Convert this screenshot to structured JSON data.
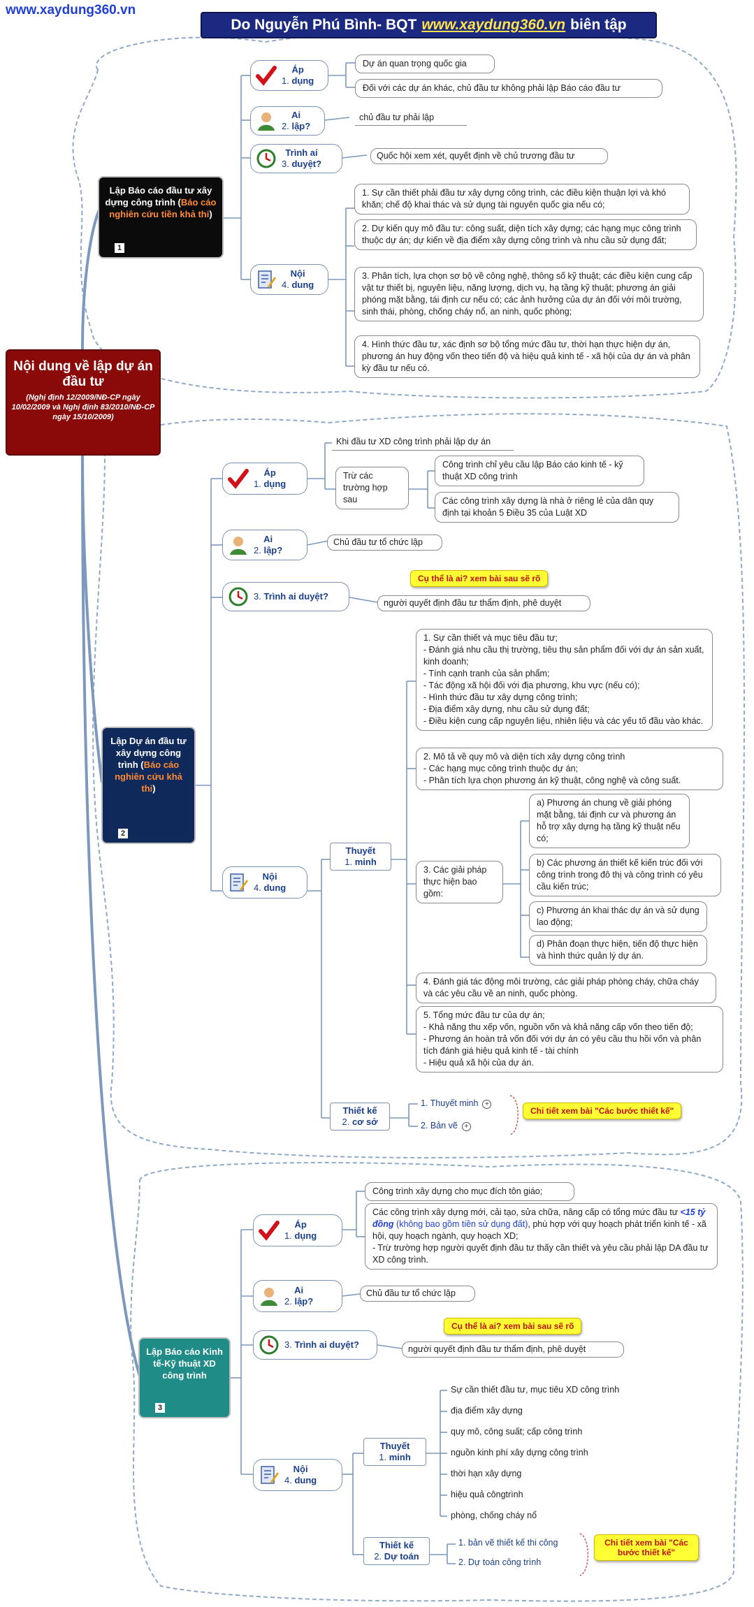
{
  "site": "www.xaydung360.vn",
  "banner": {
    "prefix": "Do Nguyễn Phú Bình- BQT",
    "url": "www.xaydung360.vn",
    "suffix": "biên tập"
  },
  "root": {
    "title": "Nội dung về lập dự án đầu tư",
    "subtitle": "(Nghị định 12/2009/NĐ-CP ngày 10/02/2009 và Nghị định 83/2010/NĐ-CP ngày 15/10/2009)"
  },
  "b1": {
    "title": "Lập Báo cáo đầu tư xây dựng công trình",
    "paren_open": "(",
    "highlight": "Báo cáo nghiên cứu tiền khả thi",
    "paren_close": ")",
    "num": "1",
    "ap": {
      "label": "Áp",
      "label2": "dụng",
      "n": "1."
    },
    "ai": {
      "label": "Ai",
      "label2": "lập?",
      "n": "2."
    },
    "trinh": {
      "label": "Trình ai",
      "label2": "duyệt?",
      "n": "3."
    },
    "nd": {
      "label": "Nội",
      "label2": "dung",
      "n": "4."
    },
    "ap_items": [
      "Dự án quan trọng quốc gia",
      "Đối với các dự án khác, chủ đầu tư không phải lập Báo cáo đầu tư"
    ],
    "ai_item": "chủ đầu tư phải lập",
    "trinh_item": "Quốc hội xem xét, quyết định về chủ trương đầu tư",
    "nd_items": [
      "Sự cần thiết phải đầu tư xây dựng công trình, các điều kiện thuận lợi và khó khăn; chế độ khai thác và sử dụng tài nguyên quốc gia nếu có;",
      "Dự kiến quy mô đầu tư: công suất, diện tích xây dựng; các hạng mục công trình thuộc dự án; dự kiến về địa điểm xây dựng công trình và nhu cầu sử dụng đất;",
      "Phân tích, lựa chọn sơ bộ về công nghệ, thông số kỹ thuật; các điều kiện cung cấp vật tư thiết bị, nguyên liệu, năng lượng, dịch vụ, hạ tầng kỹ thuật; phương án giải phóng mặt bằng, tái định cư nếu có; các ảnh hưởng của dự án đối với môi trường, sinh thái, phòng, chống cháy nổ, an ninh, quốc phòng;",
      "Hình thức đầu tư, xác định sơ bộ tổng mức đầu tư, thời hạn thực hiện dự án, phương án huy động vốn theo tiến độ và hiệu quả kinh tế - xã hội của dự án và phân kỳ đầu tư nếu có."
    ],
    "nd_nums": [
      "1.",
      "2.",
      "3.",
      "4."
    ]
  },
  "b2": {
    "title": "Lập Dự án đầu tư xây dựng công trình",
    "paren_open": "(",
    "highlight": "Báo cáo nghiên cứu khả thi",
    "paren_close": ")",
    "num": "2",
    "ap": {
      "label": "Áp",
      "label2": "dụng",
      "n": "1."
    },
    "ai": {
      "label": "Ai",
      "label2": "lập?",
      "n": "2."
    },
    "trinh": {
      "n": "3.",
      "label": "Trình ai duyệt?"
    },
    "nd": {
      "label": "Nội",
      "label2": "dung",
      "n": "4."
    },
    "ap_item1": "Khi đầu tư XD công trình phải lập dự án",
    "ap_trucac": "Trừ các trường hợp sau",
    "ap_sub": [
      "Công trình chỉ yêu cầu lập Báo cáo kinh tế - kỹ thuật XD công trình",
      "Các công trình xây dựng là nhà ở riêng lẻ của dân quy định tại khoản 5 Điều 35 của Luật XD"
    ],
    "ai_item": "Chủ đầu tư tổ chức lập",
    "note": "Cụ thể là ai? xem bài sau sẽ rõ",
    "trinh_item": "người quyết định đầu tư thẩm định, phê duyệt",
    "thuyet": {
      "label": "Thuyết",
      "label2": "minh",
      "n": "1."
    },
    "tk": {
      "label": "Thiết kế",
      "label2": "cơ sở",
      "n": "2."
    },
    "tm1": "1. Sự cần thiết và mục tiêu đầu tư;\n- Đánh giá nhu cầu thị trường, tiêu thụ sản phẩm đối với dự án sản xuất, kinh doanh;\n- Tính cạnh tranh của sản phẩm;\n- Tác động xã hội đối với địa phương, khu vực (nếu có);\n- Hình thức đầu tư xây dựng công trình;\n- Địa điểm xây dựng, nhu cầu sử dụng đất;\n- Điều kiện cung cấp nguyên liệu, nhiên liệu và các yếu tố đầu vào khác.",
    "tm2": "2. Mô tả về quy mô và diện tích xây dựng công trình\n- Các hạng mục công trình thuộc dự án;\n- Phân tích lựa chọn phương án kỹ thuật, công nghệ và công suất.",
    "tm3": "3. Các giải pháp thực hiện bao gồm:",
    "tm3_items": [
      "a) Phương án chung về giải phóng mặt bằng, tái định cư và phương án hỗ trợ xây dựng hạ tầng kỹ thuật nếu có;",
      "b) Các phương án thiết kế kiến trúc đối với công trình trong đô thị và công trình có yêu cầu kiến trúc;",
      "c) Phương án khai thác dự án và sử dụng lao động;",
      "d) Phân đoạn thực hiện, tiến độ thực hiện và hình thức quản lý dự án."
    ],
    "tm4": "4. Đánh giá tác động môi trường, các giải pháp phòng cháy, chữa cháy và các yêu cầu về an ninh, quốc phòng.",
    "tm5": "5. Tổng mức đầu tư của dự án;\n- Khả năng thu xếp vốn, nguồn vốn và khả năng cấp vốn theo tiến độ;\n- Phương án hoàn trả vốn đối với dự án có yêu cầu thu hồi vốn và phân tích đánh giá hiệu quả kinh tế - tài chính\n- Hiệu quả xã hội của dự án.",
    "tk_items": [
      "1. Thuyết minh",
      "2. Bản vẽ"
    ],
    "tk_plus": "+",
    "tk_note": "Chi tiết xem bài \"Các bước thiết kế\""
  },
  "b3": {
    "title": "Lập Báo cáo Kinh tế-Kỹ thuật XD công trình",
    "num": "3",
    "ap": {
      "label": "Áp",
      "label2": "dụng",
      "n": "1."
    },
    "ai": {
      "label": "Ai",
      "label2": "lập?",
      "n": "2."
    },
    "trinh": {
      "n": "3.",
      "label": "Trình ai duyệt?"
    },
    "nd": {
      "label": "Nội",
      "label2": "dung",
      "n": "4."
    },
    "ap_item1": "Công trình xây dựng cho mục đích tôn giáo;",
    "ap2_a": "Các công trình xây dựng mới, cải tạo, sửa chữa, nâng cấp có tổng mức đầu tư",
    "ap2_em": "<15 tỷ đồng",
    "ap2_em2": "(không bao gồm tiền sử dụng đất)",
    "ap2_b": ", phù hợp với quy hoạch phát triển kinh tế - xã hội, quy hoạch ngành, quy hoạch XD;",
    "ap2_c": "- Trừ trường hợp người quyết định đầu tư thấy cần thiết và yêu cầu phải lập DA đầu tư XD công trình.",
    "ai_item": "Chủ đầu tư tổ chức lập",
    "note": "Cụ thể là ai? xem bài sau sẽ rõ",
    "trinh_item": "người quyết định đầu tư thẩm định, phê duyệt",
    "thuyet": {
      "label": "Thuyết",
      "label2": "minh",
      "n": "1."
    },
    "dutoan": {
      "label": "Thiết kế",
      "label2": "Dự toán",
      "n": "2."
    },
    "tm_items": [
      "Sự cần thiết đầu tư, mục tiêu XD công trình",
      "địa điểm xây dựng",
      "quy mô, công suất; cấp công trình",
      "nguồn kinh phí xây dựng công trình",
      "thời hạn xây dựng",
      "hiệu quả côngtrình",
      "phòng, chống cháy nổ"
    ],
    "dt_items": [
      "1. bản vẽ thiết kế thi công",
      "2. Dự toán công trình"
    ],
    "dt_note": "Chi tiết xem bài \"Các bước thiết kế\""
  },
  "colors": {
    "banner": "#1b2a80",
    "root": "#8a0a0a",
    "b1": "#0b0b0b",
    "b2": "#0f2a5a",
    "b3": "#1f8c88",
    "note": "#ffff33",
    "accent": "#ff8a33"
  }
}
